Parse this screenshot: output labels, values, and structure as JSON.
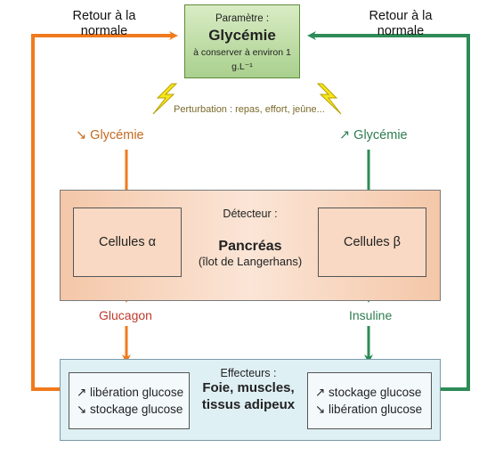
{
  "parameter": {
    "title": "Paramètre :",
    "name": "Glycémie",
    "goal": "à conserver à environ 1 g.L⁻¹"
  },
  "return_left": [
    "Retour à la",
    "normale"
  ],
  "return_right": [
    "Retour à la",
    "normale"
  ],
  "perturbation": "Perturbation : repas, effort, jeûne...",
  "low_state": "↘ Glycémie",
  "high_state": "↗ Glycémie",
  "detector": {
    "title": "Détecteur :",
    "name": "Pancréas",
    "sub": "(îlot de Langerhans)",
    "cell_left": "Cellules α",
    "cell_right": "Cellules β"
  },
  "hormones": {
    "left": "Glucagon",
    "right": "Insuline"
  },
  "effectors": {
    "title": "Effecteurs :",
    "name_line1": "Foie, muscles,",
    "name_line2": "tissus adipeux",
    "left_line1": "↗ libération glucose",
    "left_line2": "↘ stockage glucose",
    "right_line1": "↗ stockage glucose",
    "right_line2": "↘ libération glucose"
  },
  "colors": {
    "orange": "#f07a1c",
    "green": "#2e8b57",
    "lightning": "#f5e61a"
  }
}
